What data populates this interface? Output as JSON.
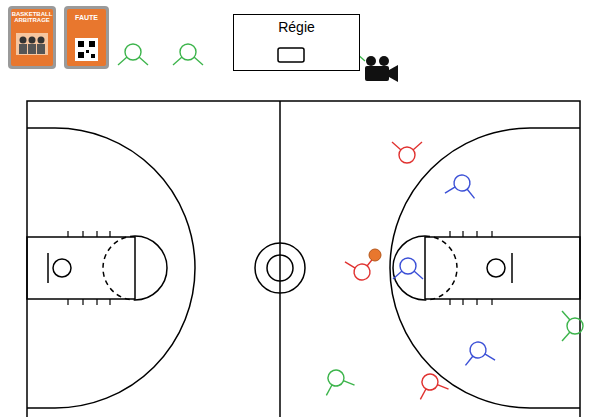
{
  "diagram": {
    "nodes": [
      {
        "text": [
          "Régie"
        ]
      }
    ],
    "labels": [
      "BASKETBALL ARBITRAGE",
      "FAUTE"
    ]
  }
}
